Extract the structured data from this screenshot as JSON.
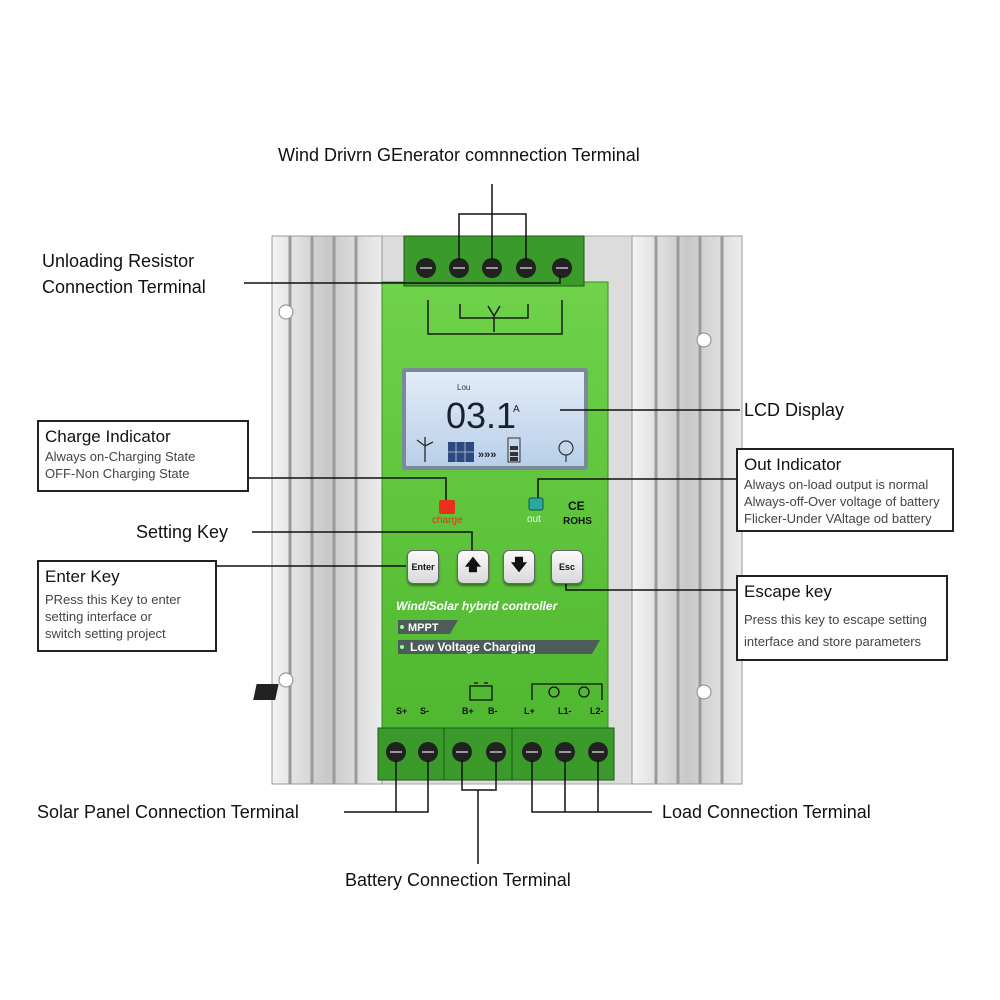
{
  "callouts": {
    "wind": "Wind  Drivrn GEnerator comnnection Terminal",
    "unloading_1": "Unloading Resistor",
    "unloading_2": "Connection Terminal",
    "lcd": "LCD Display",
    "setting": "Setting Key",
    "solar": "Solar Panel Connection Terminal",
    "load": "Load Connection Terminal",
    "battery": "Battery Connection Terminal"
  },
  "charge_box": {
    "title": "Charge Indicator",
    "line1": "Always on-Charging State",
    "line2": "OFF-Non Charging State"
  },
  "out_box": {
    "title": "Out Indicator",
    "line1": "Always on-load output is normal",
    "line2": "Always-off-Over voltage of battery",
    "line3": "Flicker-Under VAltage od battery"
  },
  "enter_box": {
    "title": "Enter Key",
    "line1": "PRess this Key to enter",
    "line2": "setting interface or",
    "line3": "switch setting project"
  },
  "escape_box": {
    "title": "Escape key",
    "line1": "Press this key to escape setting",
    "line2": "interface and store parameters"
  },
  "device": {
    "lcd_reading": "03.1",
    "lcd_unit": "A",
    "lcd_small": "Lou",
    "led_charge": "charge",
    "led_out": "out",
    "ce_mark": "CE",
    "rohs": "ROHS",
    "key_enter": "Enter",
    "key_esc": "Esc",
    "product_name": "Wind/Solar hybrid controller",
    "badge_mppt": "MPPT",
    "badge_low": "Low Voltage Charging",
    "terminal_labels": [
      "S+",
      "S-",
      "B+",
      "B-",
      "L+",
      "L1-",
      "L2-"
    ]
  },
  "colors": {
    "panel_green": "#5cc83c",
    "panel_dark": "#3a8f22",
    "aluminum": "#d4d4d4",
    "lcd_blue": "#cfe0f4",
    "led_red": "#e8301c",
    "led_teal": "#2aa8a0"
  }
}
